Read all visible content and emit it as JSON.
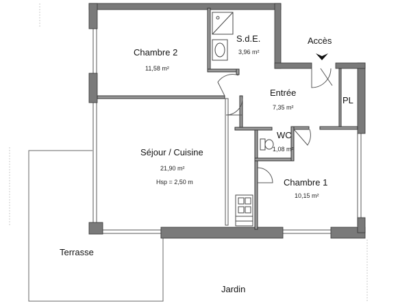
{
  "rooms": {
    "chambre2": {
      "name": "Chambre 2",
      "area": "11,58 m²"
    },
    "sde": {
      "name": "S.d.E.",
      "area": "3,96 m²"
    },
    "entree": {
      "name": "Entrée",
      "area": "7,35 m²"
    },
    "pl": {
      "name": "PL"
    },
    "wc": {
      "name": "WC",
      "area": "1,08 m²"
    },
    "sejour": {
      "name": "Séjour / Cuisine",
      "area": "21,90 m²",
      "hsp": "Hsp = 2,50 m"
    },
    "chambre1": {
      "name": "Chambre 1",
      "area": "10,15 m²"
    }
  },
  "outside": {
    "acces": "Accès",
    "terrasse": "Terrasse",
    "jardin": "Jardin"
  },
  "colors": {
    "wall": "#7a7a7a",
    "wall_edge": "#333333",
    "line": "#444444",
    "door_arc": "#555555"
  }
}
